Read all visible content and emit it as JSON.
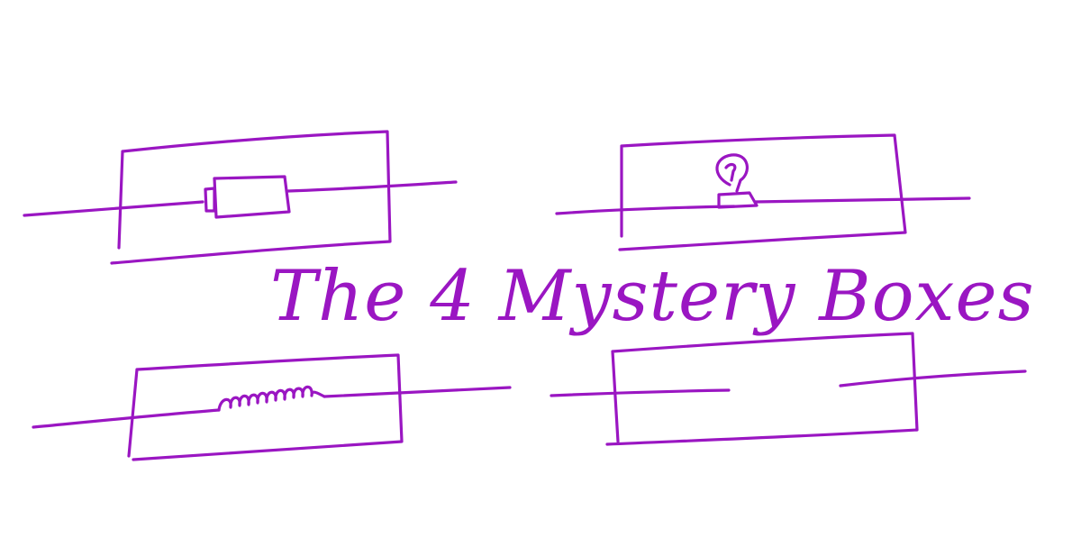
{
  "title": "The 4 Mystery Boxes",
  "colors": {
    "ink": "#9a16c2",
    "background": "#ffffff"
  },
  "boxes": [
    {
      "name": "box-resistor",
      "component": "resistor-icon"
    },
    {
      "name": "box-bulb",
      "component": "bulb-icon"
    },
    {
      "name": "box-coil",
      "component": "coil-icon"
    },
    {
      "name": "box-open-gap",
      "component": "gap"
    }
  ]
}
